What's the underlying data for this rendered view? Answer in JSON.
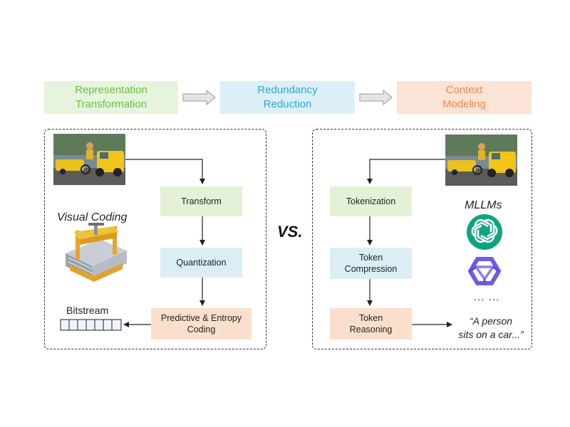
{
  "stages": {
    "representation": "Representation\nTransformation",
    "redundancy": "Redundancy\nReduction",
    "context": "Context\nModeling"
  },
  "visual_coding": {
    "title": "Visual Coding",
    "steps": {
      "transform": "Transform",
      "quantization": "Quantization",
      "entropy": "Predictive & Entropy\nCoding"
    },
    "bitstream_label": "Bitstream"
  },
  "vs_label": "VS.",
  "mllm": {
    "title": "MLLMs",
    "steps": {
      "tokenization": "Tokenization",
      "compression": "Token\nCompression",
      "reasoning": "Token\nReasoning"
    },
    "ellipsis": "... ...",
    "output_quote": "“A person\nsits on a car...”"
  },
  "colors": {
    "green_text": "#6bbf45",
    "blue_text": "#2aa8c9",
    "orange_text": "#ef8a4f",
    "green_box": "#e3f2d7",
    "blue_box": "#dbeef6",
    "orange_box": "#fbdfcd",
    "openai_teal": "#10a37f",
    "qwen_purple": "#6c5ce7"
  },
  "icons": [
    "arrow-right-icon",
    "photo-thumbnail-icon",
    "compression-vise-icon",
    "openai-logo-icon",
    "qwen-logo-icon",
    "bitstream-icon"
  ]
}
